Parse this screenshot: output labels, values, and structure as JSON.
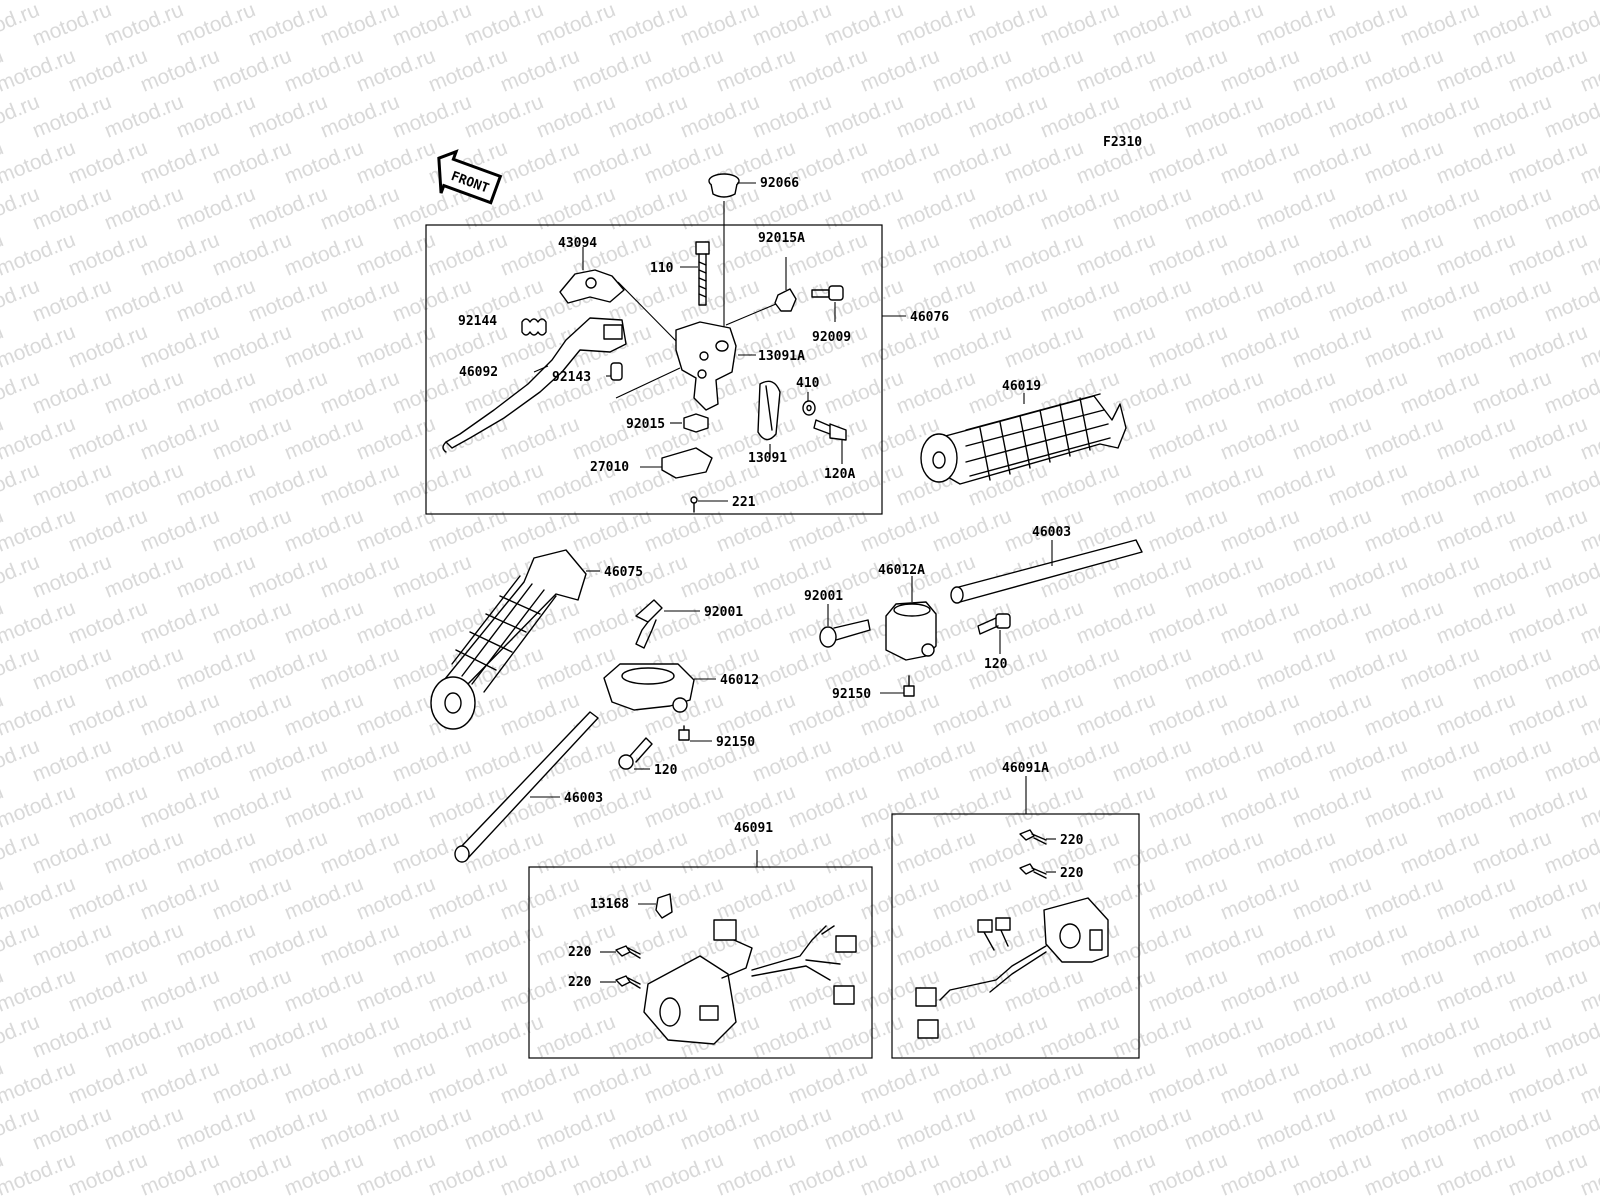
{
  "diagram": {
    "figure_code": "F2310",
    "front_label": "FRONT",
    "watermark_text": "motod.ru",
    "parts": [
      {
        "id": "p92066",
        "number": "92066"
      },
      {
        "id": "p43094",
        "number": "43094"
      },
      {
        "id": "p110",
        "number": "110"
      },
      {
        "id": "p92015A",
        "number": "92015A"
      },
      {
        "id": "p92009",
        "number": "92009"
      },
      {
        "id": "p46076",
        "number": "46076"
      },
      {
        "id": "p92144",
        "number": "92144"
      },
      {
        "id": "p13091A",
        "number": "13091A"
      },
      {
        "id": "p46092",
        "number": "46092"
      },
      {
        "id": "p92143",
        "number": "92143"
      },
      {
        "id": "p410",
        "number": "410"
      },
      {
        "id": "p92015",
        "number": "92015"
      },
      {
        "id": "p13091",
        "number": "13091"
      },
      {
        "id": "p120A",
        "number": "120A"
      },
      {
        "id": "p27010",
        "number": "27010"
      },
      {
        "id": "p221",
        "number": "221"
      },
      {
        "id": "p46019",
        "number": "46019"
      },
      {
        "id": "p46003a",
        "number": "46003"
      },
      {
        "id": "p46075",
        "number": "46075"
      },
      {
        "id": "p46012A",
        "number": "46012A"
      },
      {
        "id": "p92001a",
        "number": "92001"
      },
      {
        "id": "p92001b",
        "number": "92001"
      },
      {
        "id": "p120a",
        "number": "120"
      },
      {
        "id": "p46012",
        "number": "46012"
      },
      {
        "id": "p92150a",
        "number": "92150"
      },
      {
        "id": "p92150b",
        "number": "92150"
      },
      {
        "id": "p120b",
        "number": "120"
      },
      {
        "id": "p46003b",
        "number": "46003"
      },
      {
        "id": "p46091A",
        "number": "46091A"
      },
      {
        "id": "p220a",
        "number": "220"
      },
      {
        "id": "p220b",
        "number": "220"
      },
      {
        "id": "p46091",
        "number": "46091"
      },
      {
        "id": "p13168",
        "number": "13168"
      },
      {
        "id": "p220c",
        "number": "220"
      },
      {
        "id": "p220d",
        "number": "220"
      }
    ]
  }
}
